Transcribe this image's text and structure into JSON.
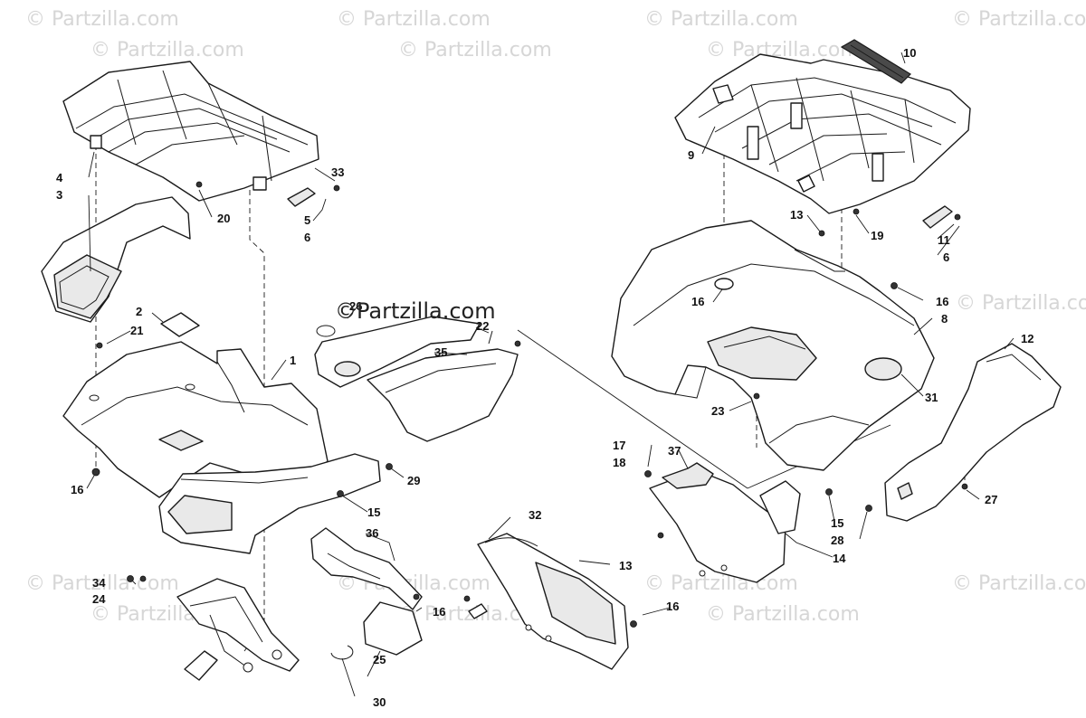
{
  "watermark": {
    "corner_text": "© Partzilla.com",
    "center_text": "©Partzilla.com"
  },
  "callouts": [
    {
      "id": "c1",
      "label": "1"
    },
    {
      "id": "c2",
      "label": "2"
    },
    {
      "id": "c3",
      "label": "3"
    },
    {
      "id": "c4",
      "label": "4"
    },
    {
      "id": "c5",
      "label": "5"
    },
    {
      "id": "c6a",
      "label": "6"
    },
    {
      "id": "c6b",
      "label": "6"
    },
    {
      "id": "c8",
      "label": "8"
    },
    {
      "id": "c9",
      "label": "9"
    },
    {
      "id": "c10",
      "label": "10"
    },
    {
      "id": "c11",
      "label": "11"
    },
    {
      "id": "c12",
      "label": "12"
    },
    {
      "id": "c13a",
      "label": "13"
    },
    {
      "id": "c13b",
      "label": "13"
    },
    {
      "id": "c14",
      "label": "14"
    },
    {
      "id": "c15a",
      "label": "15"
    },
    {
      "id": "c15b",
      "label": "15"
    },
    {
      "id": "c16a",
      "label": "16"
    },
    {
      "id": "c16b",
      "label": "16"
    },
    {
      "id": "c16c",
      "label": "16"
    },
    {
      "id": "c16d",
      "label": "16"
    },
    {
      "id": "c16e",
      "label": "16"
    },
    {
      "id": "c17",
      "label": "17"
    },
    {
      "id": "c18",
      "label": "18"
    },
    {
      "id": "c19",
      "label": "19"
    },
    {
      "id": "c20",
      "label": "20"
    },
    {
      "id": "c21",
      "label": "21"
    },
    {
      "id": "c22",
      "label": "22"
    },
    {
      "id": "c23",
      "label": "23"
    },
    {
      "id": "c24",
      "label": "24"
    },
    {
      "id": "c25",
      "label": "25"
    },
    {
      "id": "c26",
      "label": "26"
    },
    {
      "id": "c27",
      "label": "27"
    },
    {
      "id": "c28",
      "label": "28"
    },
    {
      "id": "c29",
      "label": "29"
    },
    {
      "id": "c30",
      "label": "30"
    },
    {
      "id": "c31",
      "label": "31"
    },
    {
      "id": "c32",
      "label": "32"
    },
    {
      "id": "c33",
      "label": "33"
    },
    {
      "id": "c34",
      "label": "34"
    },
    {
      "id": "c35",
      "label": "35"
    },
    {
      "id": "c36",
      "label": "36"
    },
    {
      "id": "c37",
      "label": "37"
    }
  ]
}
